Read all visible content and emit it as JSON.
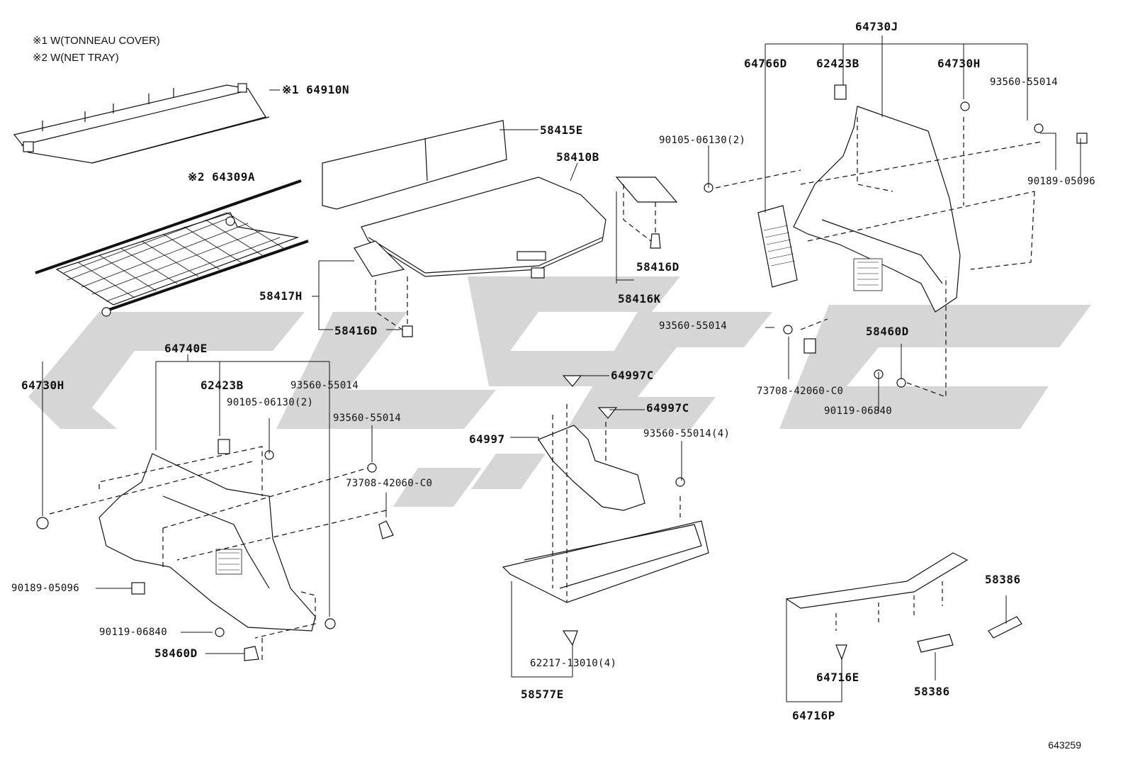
{
  "notes": {
    "note1": "※1 W(TONNEAU COVER)",
    "note2": "※2 W(NET TRAY)"
  },
  "labels": {
    "l64910N": "※1 64910N",
    "l64309A": "※2 64309A",
    "l58415E": "58415E",
    "l58410B": "58410B",
    "l58417H": "58417H",
    "l58416D_a": "58416D",
    "l58416D_b": "58416D",
    "l58416K": "58416K",
    "l64730J": "64730J",
    "l64766D": "64766D",
    "l62423B_a": "62423B",
    "l64730H_a": "64730H",
    "l93560_a": "93560-55014",
    "l90105_a": "90105-06130(2)",
    "l90189_a": "90189-05096",
    "l93560_b": "93560-55014",
    "l58460D_a": "58460D",
    "l73708_a": "73708-42060-C0",
    "l90119_a": "90119-06840",
    "l64740E": "64740E",
    "l64730H_b": "64730H",
    "l62423B_b": "62423B",
    "l93560_c": "93560-55014",
    "l90105_b": "90105-06130(2)",
    "l93560_d": "93560-55014",
    "l73708_b": "73708-42060-C0",
    "l90189_b": "90189-05096",
    "l90119_b": "90119-06840",
    "l58460D_b": "58460D",
    "l64997C_a": "64997C",
    "l64997C_b": "64997C",
    "l64997": "64997",
    "l93560_e": "93560-55014(4)",
    "l62217": "62217-13010(4)",
    "l58577E": "58577E",
    "l58386_a": "58386",
    "l58386_b": "58386",
    "l64716E": "64716E",
    "l64716P": "64716P"
  },
  "figure_number": "643259"
}
